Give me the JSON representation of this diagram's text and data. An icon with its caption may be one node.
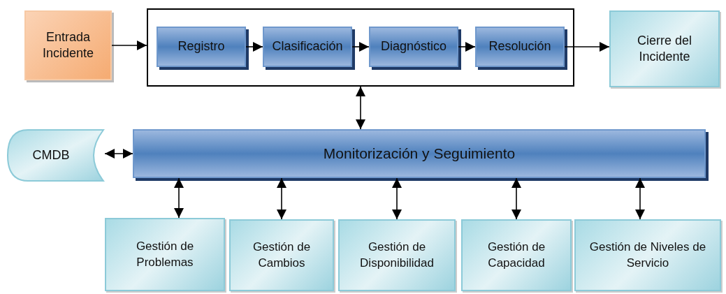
{
  "diagram": {
    "nodes": [
      {
        "text": [
          "Entrada Incidente"
        ]
      },
      {
        "text": [],
        "shape": "box"
      },
      {
        "text": [
          "Registro"
        ],
        "in": 1
      },
      {
        "text": [
          "Clasificación"
        ],
        "in": 1
      },
      {
        "text": [
          "Diagnóstico"
        ],
        "in": 1
      },
      {
        "text": [
          "Resolución"
        ],
        "in": 1
      },
      {
        "text": [
          "Cierre del Incidente"
        ]
      },
      {
        "text": [
          "CMDB"
        ]
      },
      {
        "text": [
          "Monitorización y Seguimiento"
        ]
      },
      {
        "text": [
          "Gestión de Problemas"
        ]
      },
      {
        "text": [
          "Gestión de Cambios"
        ]
      },
      {
        "text": [
          "Gestión de Disponibilidad"
        ]
      },
      {
        "text": [
          "Gestión de Capacidad"
        ]
      },
      {
        "text": [
          "Gestión de Niveles de Servicio"
        ]
      }
    ],
    "edges": [
      {
        "from": 0,
        "to": 1,
        "arrow": "to"
      },
      {
        "from": 2,
        "to": 3,
        "arrow": "to"
      },
      {
        "from": 3,
        "to": 4,
        "arrow": "to"
      },
      {
        "from": 4,
        "to": 5,
        "arrow": "to"
      },
      {
        "from": 5,
        "to": 6,
        "arrow": "to"
      },
      {
        "from": 1,
        "to": 8,
        "arrow": "both"
      },
      {
        "from": 7,
        "to": 8,
        "arrow": "both"
      },
      {
        "from": 8,
        "to": 9,
        "arrow": "both"
      },
      {
        "from": 8,
        "to": 10,
        "arrow": "both"
      },
      {
        "from": 8,
        "to": 11,
        "arrow": "both"
      },
      {
        "from": 8,
        "to": 12,
        "arrow": "both"
      },
      {
        "from": 8,
        "to": 13,
        "arrow": "both"
      }
    ]
  }
}
